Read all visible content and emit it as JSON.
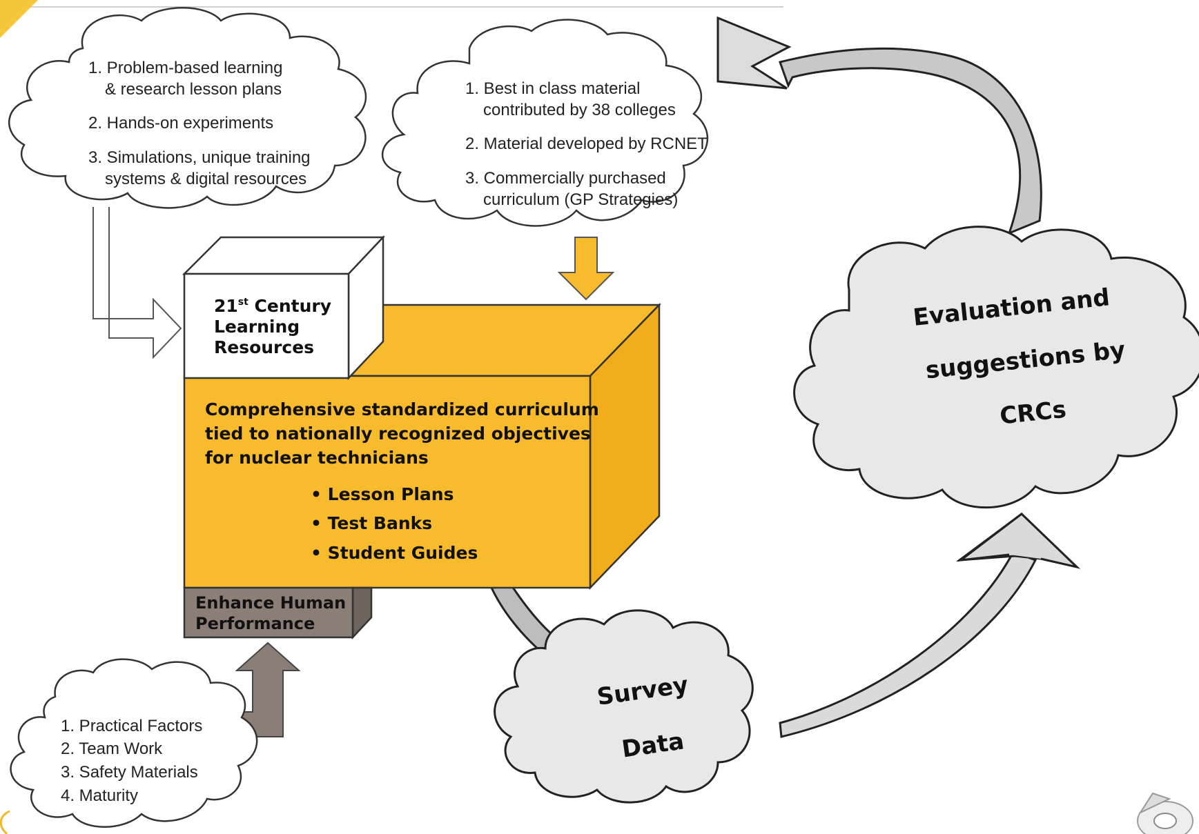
{
  "cloud_resources": {
    "item1_line1": "1. Problem-based learning",
    "item1_line2": "& research lesson plans",
    "item2": "2. Hands-on experiments",
    "item3_line1": "3. Simulations, unique training",
    "item3_line2": "systems & digital resources"
  },
  "cloud_material": {
    "item1_line1": "1. Best in class material",
    "item1_line2": "contributed by 38 colleges",
    "item2": "2. Material developed by RCNET",
    "item3_line1": "3. Commercially purchased",
    "item3_line2": "curriculum (GP Strategies)"
  },
  "cloud_factors": {
    "item1": "1. Practical Factors",
    "item2": "2. Team Work",
    "item3": "3. Safety Materials",
    "item4": "4. Maturity"
  },
  "box_resources": {
    "line1_prefix": "21",
    "line1_sup": "st",
    "line1_suffix": " Century",
    "line2": "Learning",
    "line3": "Resources"
  },
  "box_curriculum": {
    "line1": "Comprehensive standardized curriculum",
    "line2": "tied to nationally recognized objectives",
    "line3": "for nuclear technicians",
    "bullets": [
      "• Lesson Plans",
      "• Test Banks",
      "• Student Guides"
    ]
  },
  "box_performance": {
    "line1": "Enhance Human",
    "line2": "Performance"
  },
  "cloud_evaluation": {
    "line1": "Evaluation and",
    "line2": "suggestions by",
    "line3": "CRCs"
  },
  "cloud_survey": {
    "line1": "Survey",
    "line2": "Data"
  },
  "colors": {
    "gold": "#f9bb2e",
    "taupe": "#8a7e77",
    "gray_cloud": "#e8e8e8",
    "arrow_gray": "#bbbbbb"
  }
}
